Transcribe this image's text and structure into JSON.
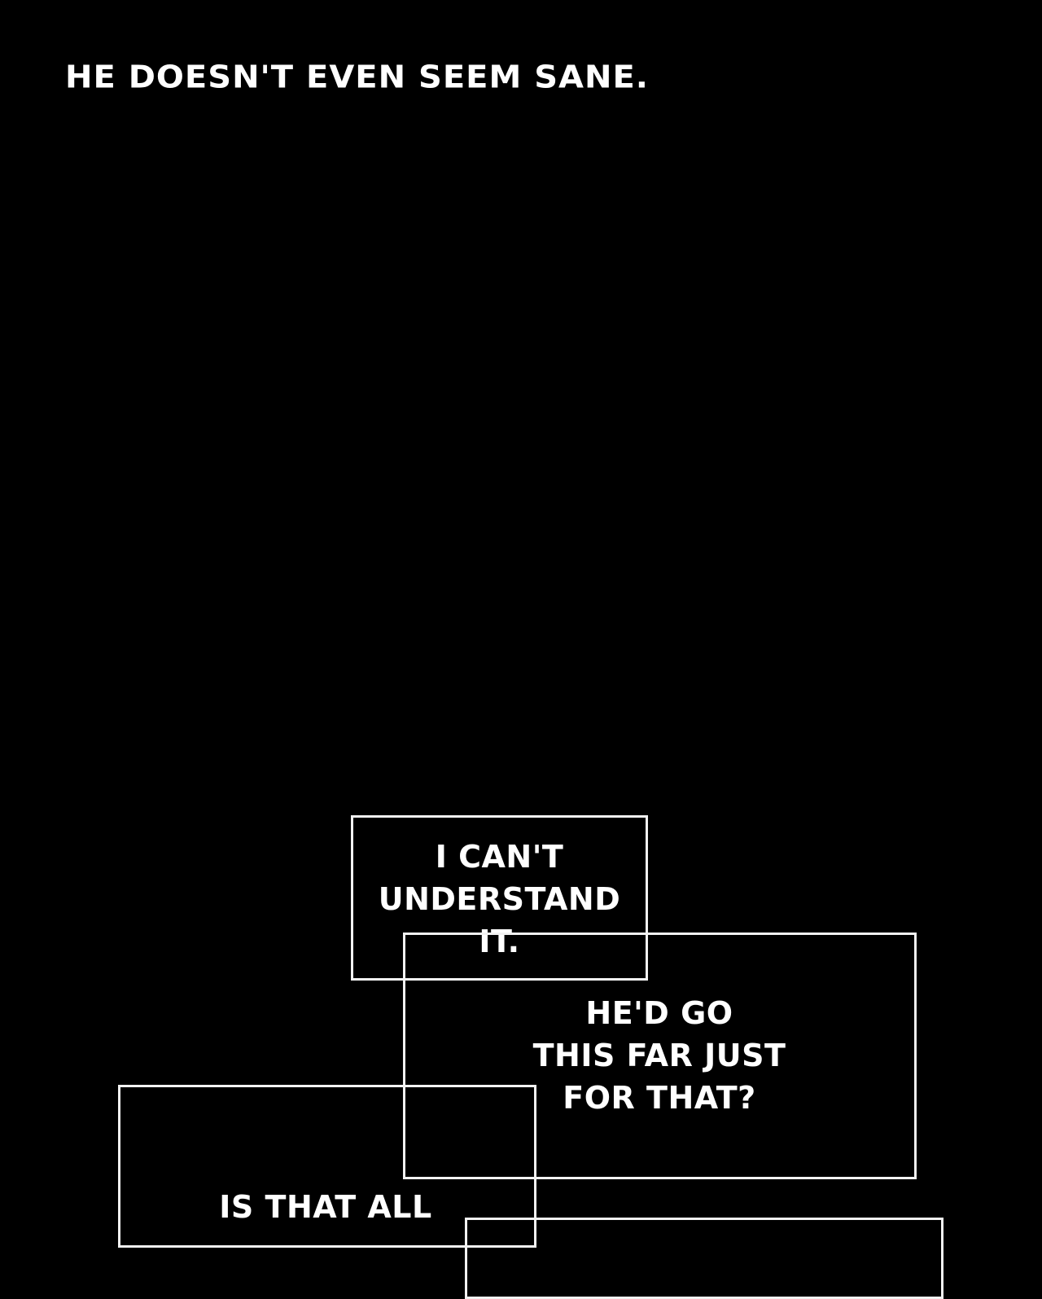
{
  "caption_top": "HE DOESN'T EVEN SEEM SANE.",
  "panels": [
    {
      "text": "I CAN'T\nUNDERSTAND\nIT."
    },
    {
      "text": "HE'D GO\nTHIS FAR JUST\nFOR THAT?"
    },
    {
      "text": "IS THAT ALL"
    }
  ]
}
